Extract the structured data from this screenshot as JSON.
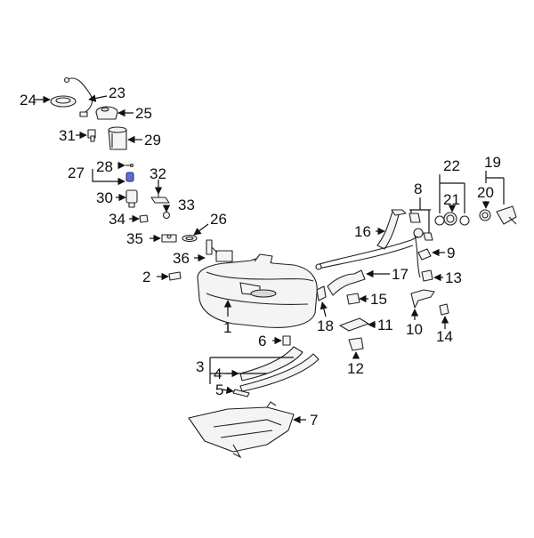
{
  "diagram": {
    "accent_color": "#5b6fd6",
    "callouts": [
      "1",
      "2",
      "3",
      "4",
      "5",
      "6",
      "7",
      "8",
      "9",
      "10",
      "11",
      "12",
      "13",
      "14",
      "15",
      "16",
      "17",
      "18",
      "19",
      "20",
      "21",
      "22",
      "23",
      "24",
      "25",
      "26",
      "27",
      "28",
      "29",
      "30",
      "31",
      "32",
      "33",
      "34",
      "35",
      "36"
    ]
  }
}
